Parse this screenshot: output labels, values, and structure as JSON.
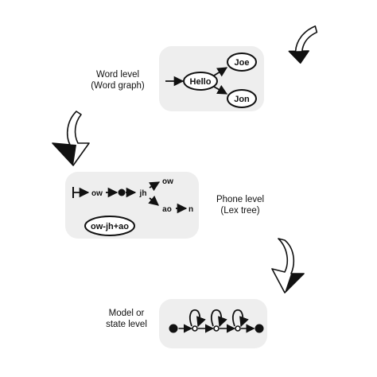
{
  "colors": {
    "panel_fill": "#eeeeee",
    "stroke": "#111111",
    "background": "#ffffff"
  },
  "word_level": {
    "label_line1": "Word level",
    "label_line2": "(Word graph)",
    "nodes": {
      "hello": "Hello",
      "joe": "Joe",
      "jon": "Jon"
    }
  },
  "phone_level": {
    "label_line1": "Phone level",
    "label_line2": "(Lex tree)",
    "phones": {
      "ow1": "ow",
      "jh": "jh",
      "ow2": "ow",
      "ao": "ao",
      "n": "n"
    },
    "triphone": "ow-jh+ao"
  },
  "state_level": {
    "label_line1": "Model or",
    "label_line2": "state level",
    "num_states": 3
  },
  "icons": [
    "curved-down-arrow-icon",
    "curved-down-arrow-icon",
    "curved-down-arrow-icon"
  ]
}
